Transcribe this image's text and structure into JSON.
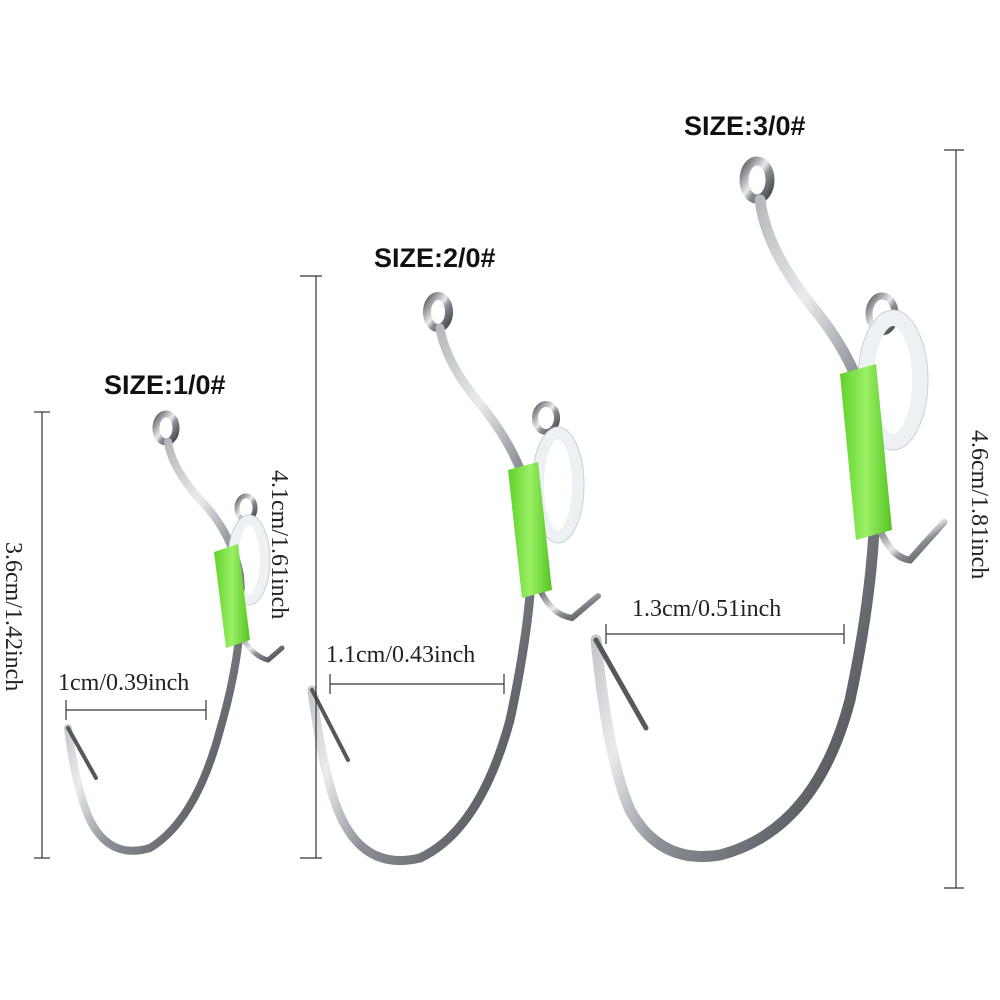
{
  "hooks": [
    {
      "size_label": "SIZE:1/0#",
      "length_label": "3.6cm/1.42inch",
      "gap_label": "1cm/0.39inch"
    },
    {
      "size_label": "SIZE:2/0#",
      "length_label": "4.1cm/1.61inch",
      "gap_label": "1.1cm/0.43inch"
    },
    {
      "size_label": "SIZE:3/0#",
      "length_label": "4.6cm/1.81inch",
      "gap_label": "1.3cm/0.51inch"
    }
  ],
  "colors": {
    "background": "#ffffff",
    "hook_steel": "#9a9ea4",
    "hook_steel_dark": "#4a4d52",
    "hook_highlight": "#f2f3f5",
    "sleeve_green": "#7ee83a",
    "ring_glow": "#f4f6f8",
    "ring_edge": "#c9d0d6",
    "text": "#111111"
  }
}
